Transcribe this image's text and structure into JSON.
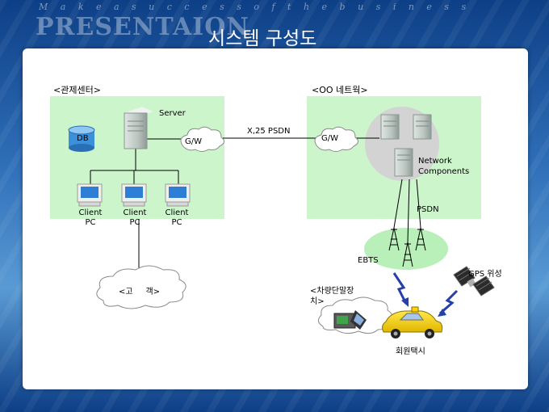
{
  "header": {
    "tagline": "M a k e   a   s u c c e s s   o f   t h e   b u s i n e s s",
    "brand": "PRESENTAION",
    "title": "시스템 구성도"
  },
  "control_center": {
    "section_label": "<관제센터>",
    "db_label": "DB",
    "server_label": "Server",
    "gw_label": "G/W",
    "clients": [
      {
        "line1": "Client",
        "line2": "PC"
      },
      {
        "line1": "Client",
        "line2": "PC"
      },
      {
        "line1": "Client",
        "line2": "PC"
      }
    ]
  },
  "link_label": "X,25 PSDN",
  "network": {
    "section_label": "<OO 네트웍>",
    "gw_label": "G/W",
    "components_line1": "Network",
    "components_line2": "Components",
    "psdn_label": "PSDN"
  },
  "customer_label": "<고     객>",
  "ebts_label": "EBTS",
  "gps_label": "GPS 위성",
  "terminal_label_line1": "<차량단말장",
  "terminal_label_line2": "치>",
  "taxi_label": "회원택시"
}
